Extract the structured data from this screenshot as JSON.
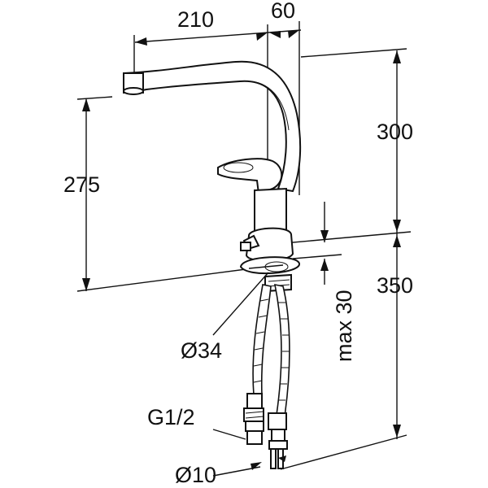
{
  "dimensions": {
    "spout_reach": "210",
    "body_offset": "60",
    "spout_height": "300",
    "outlet_height": "275",
    "hose_length": "350",
    "max_thickness": "max 30",
    "hole_diameter": "Ø34",
    "thread": "G1/2",
    "pipe_diameter": "Ø10"
  }
}
